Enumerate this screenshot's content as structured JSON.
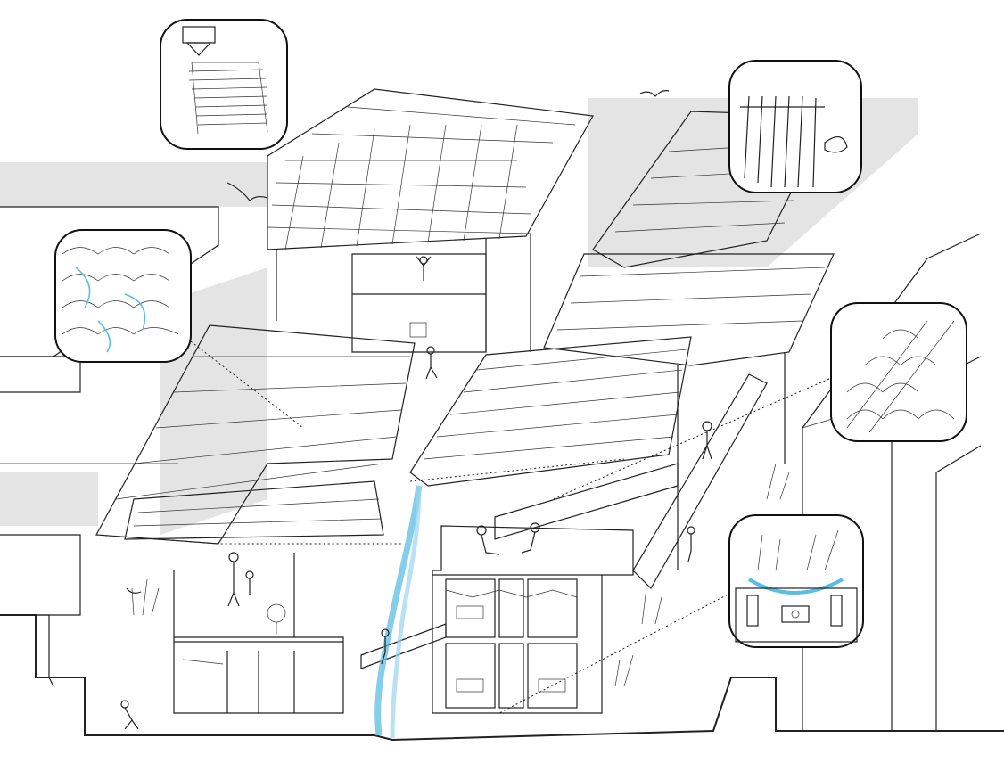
{
  "title": "",
  "colors": {
    "line": "#222222",
    "shadow": "#e3e3e3",
    "water": "#5bbde6",
    "paper": "#ffffff"
  },
  "callouts": [
    {
      "name": "3d-printed-earth-wall",
      "icon": "printer-nozzle-icon"
    },
    {
      "name": "roof-tiles-with-water",
      "icon": "roof-tile-water-icon"
    },
    {
      "name": "timber-pergola-with-moth",
      "icon": "pergola-icon"
    },
    {
      "name": "overlapping-scale-tiles",
      "icon": "scale-tile-icon"
    },
    {
      "name": "rain-garden-cross-section",
      "icon": "rain-garden-icon"
    }
  ]
}
